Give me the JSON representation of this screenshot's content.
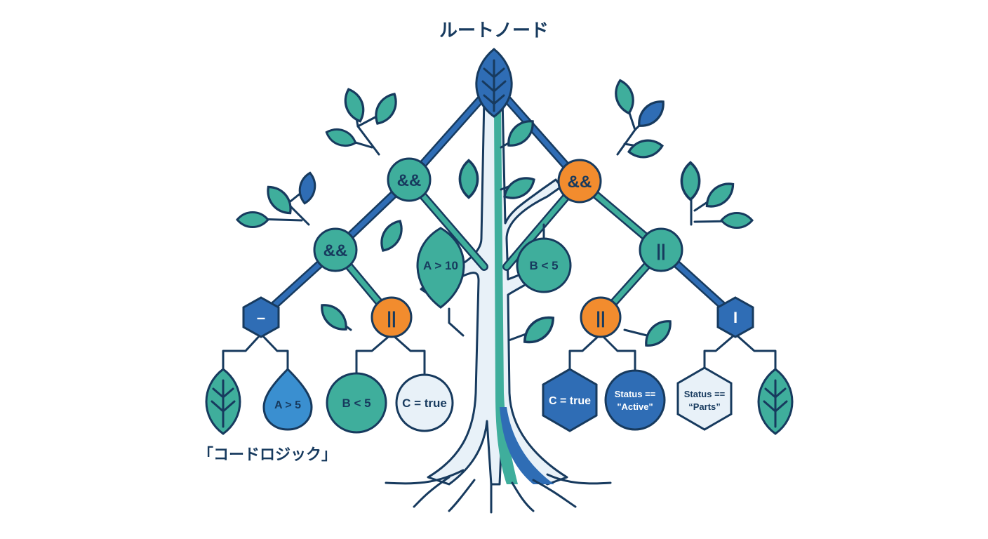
{
  "title": "ルートノード",
  "caption": "「コードロジック」",
  "operators": {
    "left_and_upper": "&&",
    "right_and_upper": "&&",
    "left_and_lower": "&&",
    "right_or_upper": "||",
    "left_or_lower": "||",
    "right_or_lower": "||",
    "left_hex": "–",
    "right_hex": "I"
  },
  "conditions": {
    "trunk_left_leaf": "A > 10",
    "trunk_right_circle": "B < 5",
    "leaf_a": "A > 5",
    "leaf_b": "B < 5",
    "leaf_c": "C = true",
    "hex_c": "C = true",
    "status_active_line1": "Status ==",
    "status_active_line2": "\"Active\"",
    "status_parts_line1": "Status ==",
    "status_parts_line2": "“Parts”"
  },
  "colors": {
    "navy": "#173a5e",
    "blue": "#2f6db5",
    "teal": "#3fae9c",
    "orange": "#f28c2e",
    "pale": "#e8f1f8"
  }
}
